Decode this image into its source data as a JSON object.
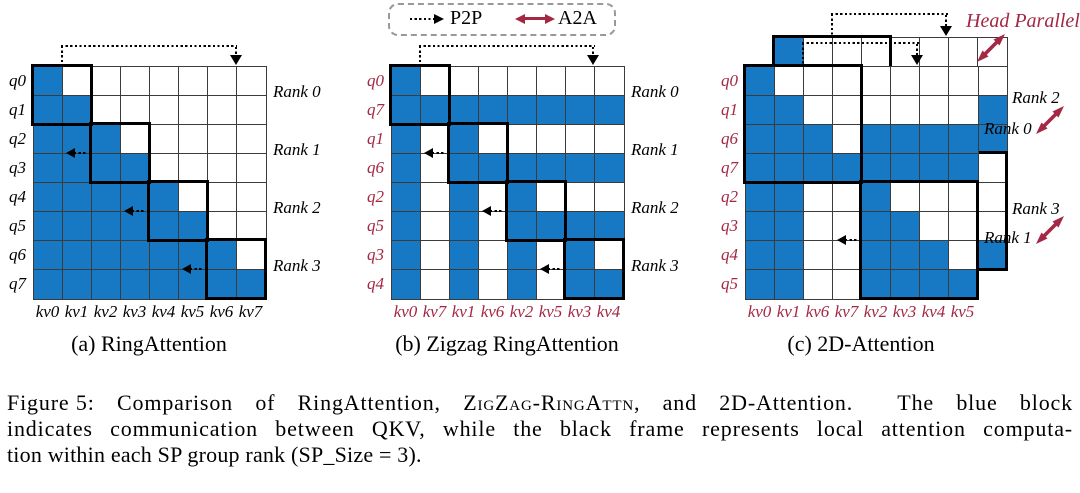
{
  "legend": {
    "p2p": "P2P",
    "a2a": "A2A"
  },
  "head_parallel": "Head Parallel",
  "colors": {
    "blue": "#1778c4",
    "red": "#a42743",
    "grid_line": "#3b3b3b",
    "frame": "#000000"
  },
  "diagrams": [
    {
      "key": "a",
      "caption": "(a) RingAttention",
      "label_color": "#000000",
      "row_labels": [
        "q0",
        "q1",
        "q2",
        "q3",
        "q4",
        "q5",
        "q6",
        "q7"
      ],
      "col_labels": [
        "kv0",
        "kv1",
        "kv2",
        "kv3",
        "kv4",
        "kv5",
        "kv6",
        "kv7"
      ],
      "row_seq": [
        0,
        1,
        2,
        3,
        4,
        5,
        6,
        7
      ],
      "col_seq": [
        0,
        1,
        2,
        3,
        4,
        5,
        6,
        7
      ],
      "mask_rule": "cell (q,kv) is blue when q_index >= kv_index",
      "rank_labels": [
        "Rank 0",
        "Rank 1",
        "Rank 2",
        "Rank 3"
      ],
      "local_blocks": [
        [
          0,
          0,
          2
        ],
        [
          2,
          2,
          2
        ],
        [
          4,
          4,
          2
        ],
        [
          6,
          6,
          2
        ]
      ]
    },
    {
      "key": "b",
      "caption": "(b) Zigzag RingAttention",
      "label_color": "#a42743",
      "row_labels": [
        "q0",
        "q7",
        "q1",
        "q6",
        "q2",
        "q5",
        "q3",
        "q4"
      ],
      "col_labels": [
        "kv0",
        "kv7",
        "kv1",
        "kv6",
        "kv2",
        "kv5",
        "kv3",
        "kv4"
      ],
      "row_seq": [
        0,
        7,
        1,
        6,
        2,
        5,
        3,
        4
      ],
      "col_seq": [
        0,
        7,
        1,
        6,
        2,
        5,
        3,
        4
      ],
      "mask_rule": "cell (q,kv) is blue when q_index >= kv_index",
      "rank_labels": [
        "Rank 0",
        "Rank 1",
        "Rank 2",
        "Rank 3"
      ],
      "local_blocks": [
        [
          0,
          0,
          2
        ],
        [
          2,
          2,
          2
        ],
        [
          4,
          4,
          2
        ],
        [
          6,
          6,
          2
        ]
      ]
    },
    {
      "key": "c",
      "caption": "(c) 2D-Attention",
      "label_color": "#a42743",
      "row_labels": [
        "q0",
        "q1",
        "q6",
        "q7",
        "q2",
        "q3",
        "q4",
        "q5"
      ],
      "col_labels": [
        "kv0",
        "kv1",
        "kv6",
        "kv7",
        "kv2",
        "kv3",
        "kv4",
        "kv5"
      ],
      "row_seq": [
        0,
        1,
        6,
        7,
        2,
        3,
        4,
        5
      ],
      "col_seq": [
        0,
        1,
        6,
        7,
        2,
        3,
        4,
        5
      ],
      "mask_rule": "cell (q,kv) is blue when q_index >= kv_index",
      "rank_labels": [
        "Rank 2",
        "Rank 0",
        "Rank 3",
        "Rank 1"
      ],
      "local_blocks": [
        [
          0,
          0,
          4
        ],
        [
          4,
          4,
          4
        ]
      ],
      "has_back_grid": true
    }
  ],
  "figure_caption": {
    "line1_label": "Figure 5:",
    "line1_pre": " Comparison of RingAttention, ",
    "line1_smallcaps": "ZigZag-RingAttn",
    "line1_post": ", and 2D-Attention.  The blue block",
    "line2": "indicates communication between QKV, while the black frame represents local attention computa-",
    "line3": "tion within each SP group rank (SP_Size = 3)."
  }
}
